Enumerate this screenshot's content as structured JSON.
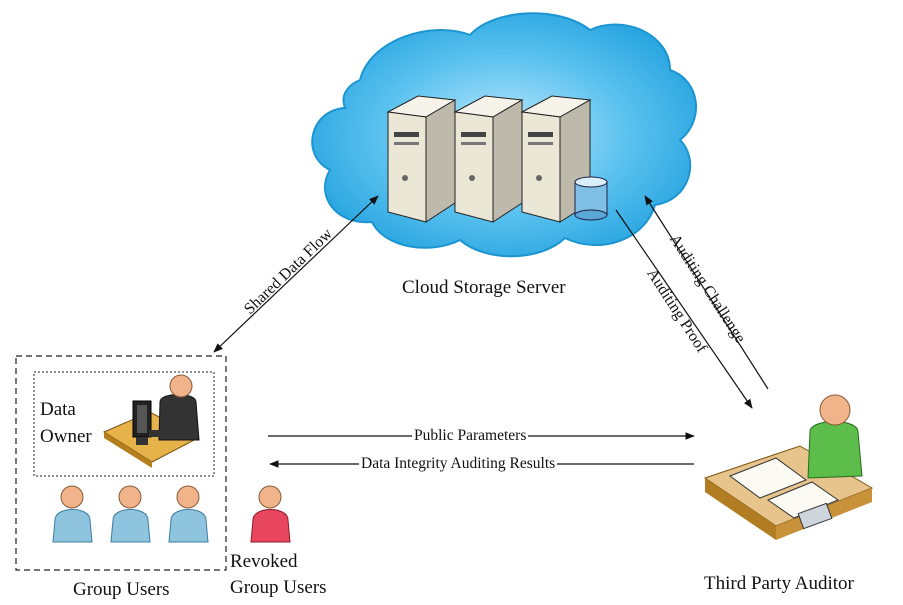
{
  "nodes": {
    "cloud_server": "Cloud Storage Server",
    "data_owner_line1": "Data",
    "data_owner_line2": "Owner",
    "group_users": "Group Users",
    "revoked_line1": "Revoked",
    "revoked_line2": "Group Users",
    "tpa": "Third Party Auditor"
  },
  "edges": {
    "shared_data_flow": "Shared Data Flow",
    "auditing_challenge": "Auditing Challenge",
    "auditing_proof": "Auditing Proof",
    "public_parameters": "Public Parameters",
    "auditing_results": "Data Integrity Auditing Results"
  },
  "colors": {
    "cloud": "#1fa3e0",
    "server": "#e9e5d6",
    "user": "#8fc4df",
    "revoked_user": "#e8465e",
    "auditor": "#5cbd4a",
    "skin": "#f0b38a"
  }
}
